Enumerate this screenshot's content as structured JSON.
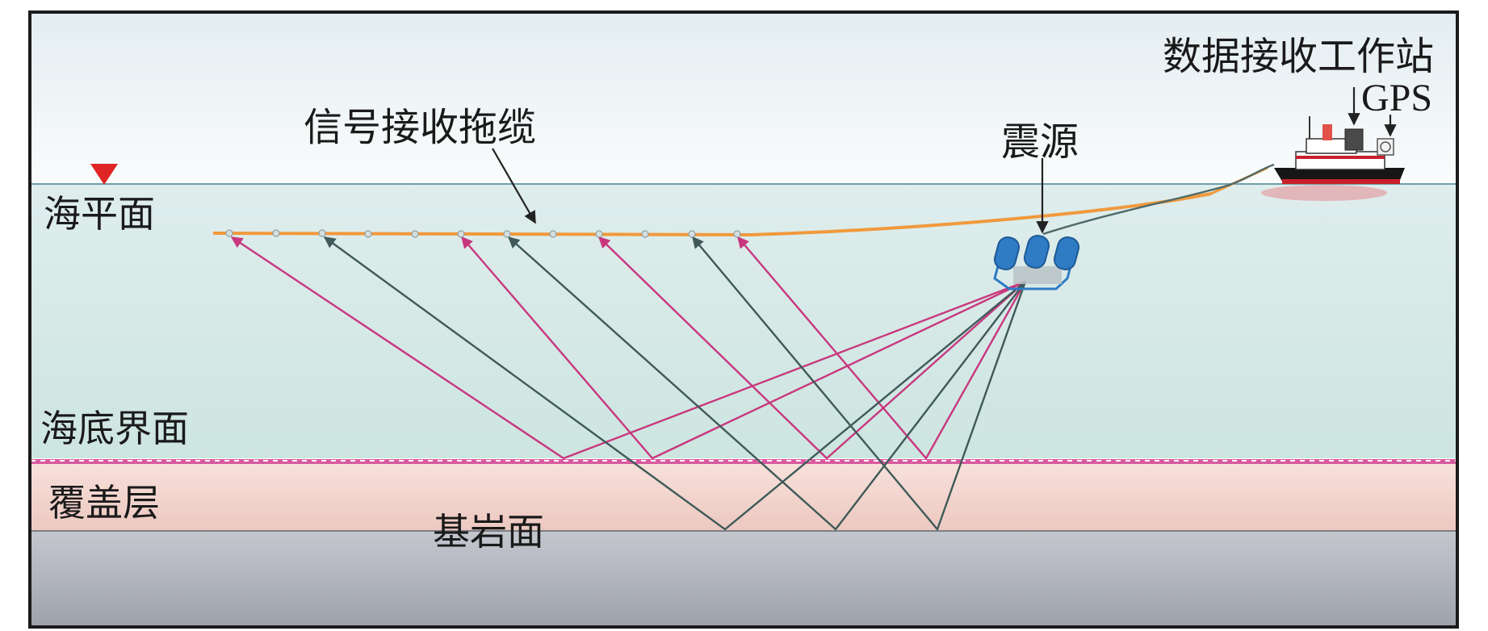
{
  "labels": {
    "station": "数据接收工作站",
    "gps": "GPS",
    "streamer": "信号接收拖缆",
    "source": "震源",
    "sea_level": "海平面",
    "seabed": "海底界面",
    "overburden": "覆盖层",
    "bedrock": "基岩面"
  },
  "colors": {
    "sky_top": "#e4eef2",
    "sky_bottom": "#f8fbfb",
    "water_top": "#dcebeb",
    "water_bottom": "#cfe6e2",
    "sediment": "#f3d8d2",
    "rock": "#a9adb6",
    "streamer": "#f0993c",
    "ray_pink": "#c8377e",
    "ray_dark": "#3f5a58",
    "marker": "#e02525",
    "source_blue": "#2f7bc4"
  },
  "icons": [
    "sea-level-marker-icon",
    "ship-icon",
    "seismic-source-icon",
    "workstation-icon",
    "gps-icon"
  ]
}
